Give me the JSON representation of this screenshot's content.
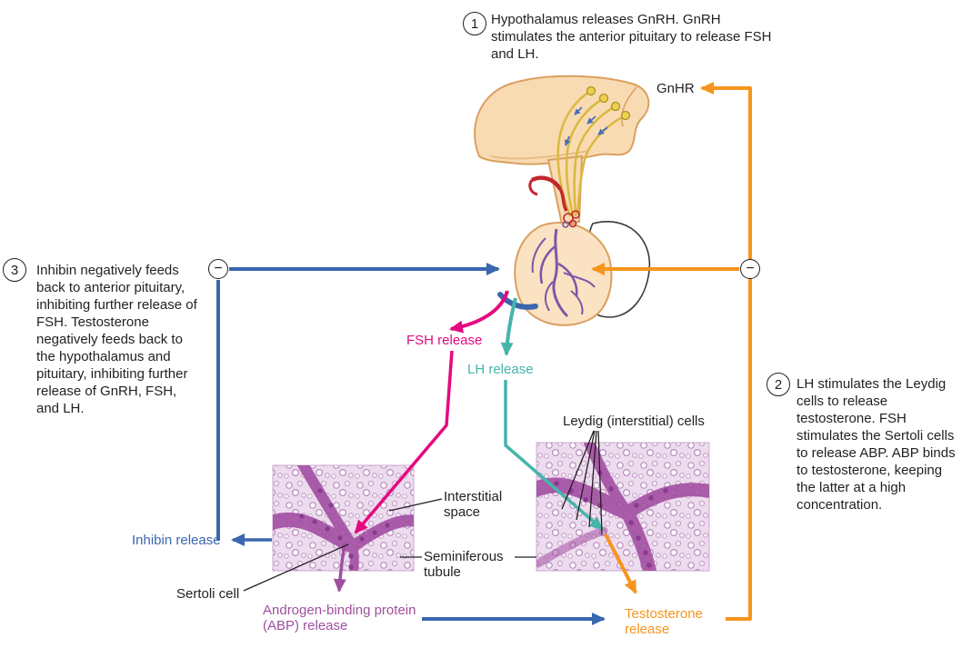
{
  "colors": {
    "fsh": "#e5097f",
    "lh": "#45b5ab",
    "inhibin_feedback": "#3a67ae",
    "testosterone": "#f7941d",
    "abp": "#a0509f",
    "text": "#231f20"
  },
  "steps": [
    {
      "number": "1",
      "text": "Hypothalamus releases GnRH. GnRH stimulates the anterior pituitary to release FSH and LH."
    },
    {
      "number": "2",
      "text": "LH stimulates the Leydig cells to release testosterone. FSH stimulates the Sertoli cells to release ABP. ABP binds to testosterone, keeping the latter at a high concentration."
    },
    {
      "number": "3",
      "text": "Inhibin negatively feeds back to anterior pituitary, inhibiting further release of FSH. Testosterone negatively feeds back to the hypothalamus and pituitary, inhibiting further release of GnRH, FSH, and LH."
    }
  ],
  "labels": {
    "gnhr": "GnHR",
    "fsh_release": "FSH release",
    "lh_release": "LH release",
    "inhibin_release": "Inhibin release",
    "abp_release": "Androgen-binding protein (ABP) release",
    "testosterone_release": "Testosterone release",
    "leydig_cells": "Leydig (interstitial) cells",
    "interstitial_space": "Interstitial space",
    "seminiferous_tubule": "Seminiferous tubule",
    "sertoli_cell": "Sertoli cell",
    "minus": "−"
  }
}
